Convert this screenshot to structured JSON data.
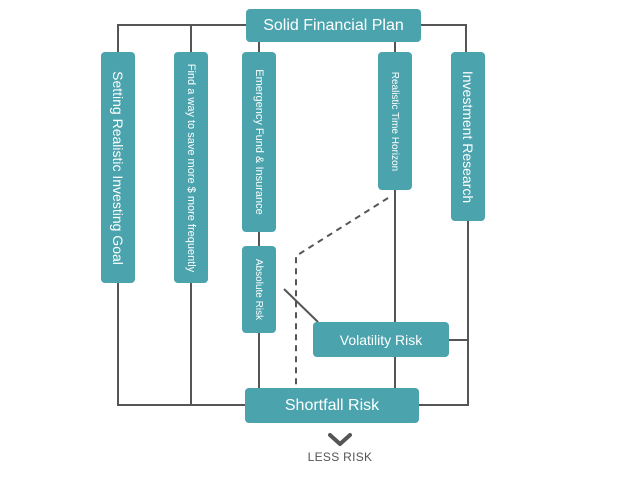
{
  "nodes": {
    "top": "Solid Financial Plan",
    "goal": "Setting Realistic Investing Goal",
    "save": "Find a way to save more $ more frequently",
    "emergency": "Emergency Fund & Insurance",
    "time": "Realistic Time Horizon",
    "research": "Investment Research",
    "absolute": "Absolute Risk",
    "volatility": "Volatility Risk",
    "shortfall": "Shortfall Risk"
  },
  "footer": {
    "less_risk": "LESS RISK",
    "arrow_icon": "chevron-down-icon"
  },
  "colors": {
    "box": "#4aa3ad",
    "line": "#555555"
  }
}
